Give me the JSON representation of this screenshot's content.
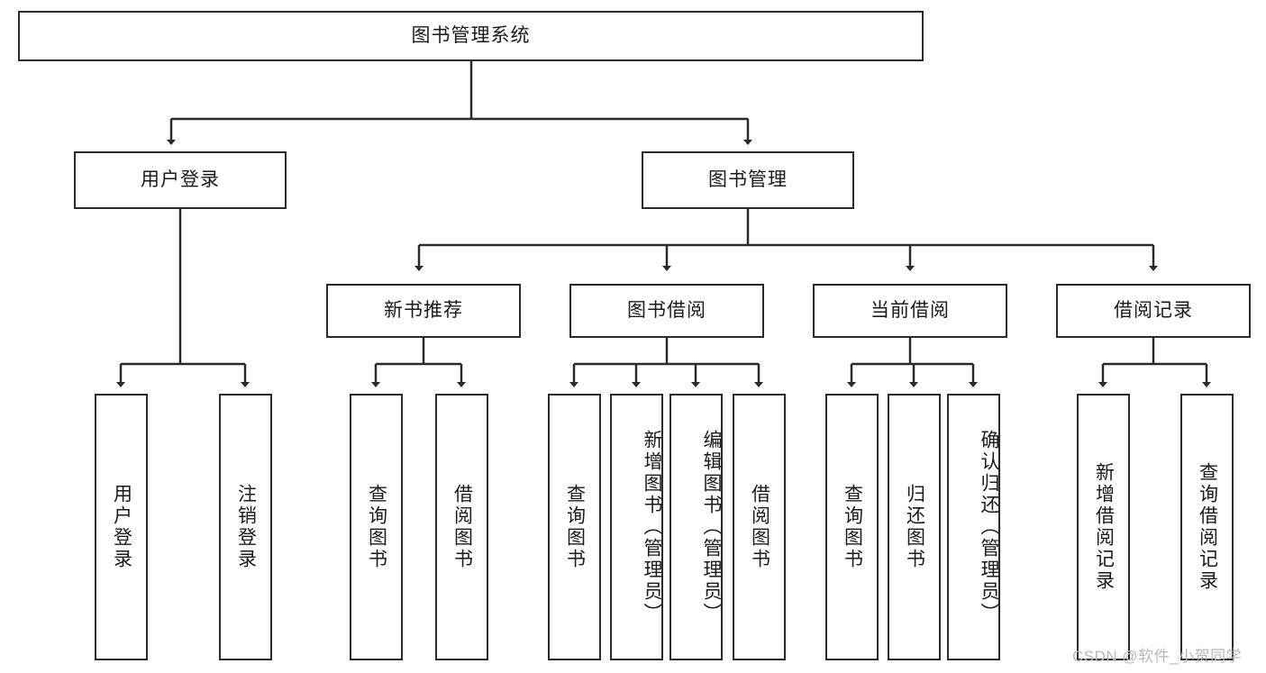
{
  "diagram": {
    "title": "图书管理系统",
    "type": "tree-hierarchy",
    "root": {
      "label": "图书管理系统"
    },
    "level2": [
      {
        "label": "用户登录"
      },
      {
        "label": "图书管理"
      }
    ],
    "level3": [
      {
        "label": "新书推荐"
      },
      {
        "label": "图书借阅"
      },
      {
        "label": "当前借阅"
      },
      {
        "label": "借阅记录"
      }
    ],
    "leaves": {
      "user_login": [
        {
          "label": "用户登录"
        },
        {
          "label": "注销登录"
        }
      ],
      "new_book_recommend": [
        {
          "label": "查询图书"
        },
        {
          "label": "借阅图书"
        }
      ],
      "book_borrow": [
        {
          "label": "查询图书"
        },
        {
          "label": "新增图书（管理员）"
        },
        {
          "label": "编辑图书（管理员）"
        },
        {
          "label": "借阅图书"
        }
      ],
      "current_borrow": [
        {
          "label": "查询图书"
        },
        {
          "label": "归还图书"
        },
        {
          "label": "确认归还（管理员）"
        }
      ],
      "borrow_record": [
        {
          "label": "新增借阅记录"
        },
        {
          "label": "查询借阅记录"
        }
      ]
    },
    "watermark": "CSDN @软件_小贺同学",
    "colors": {
      "border": "#2b2b2b",
      "text": "#1a1a1a",
      "background": "#ffffff",
      "watermark": "#b9b9b9"
    }
  }
}
